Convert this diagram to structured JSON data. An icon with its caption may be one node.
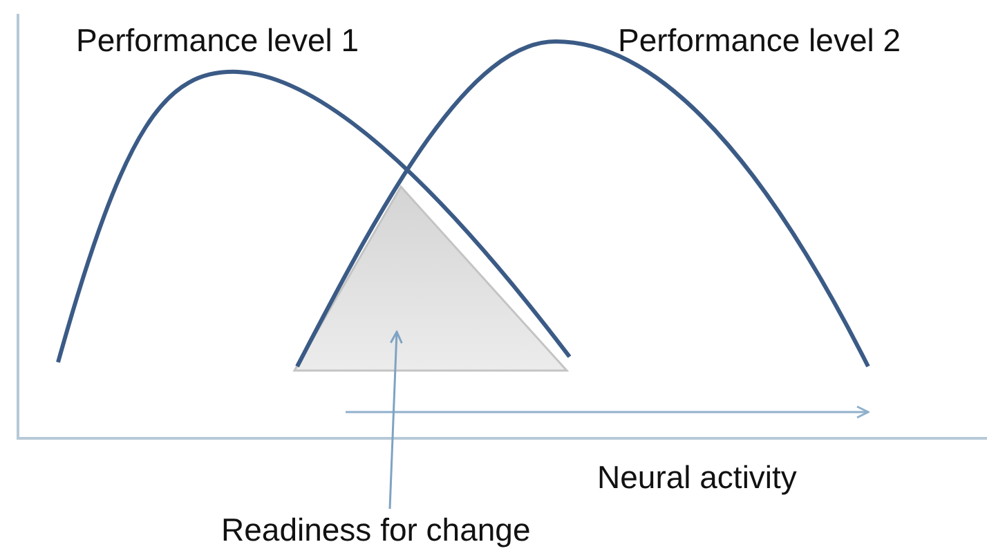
{
  "diagram": {
    "nodes": [
      {
        "text": [
          "Readiness for change"
        ]
      },
      {
        "text": [],
        "shape": "triangle"
      }
    ],
    "edges": [
      {
        "from": 0,
        "to": 1,
        "arrow": "to"
      }
    ],
    "labels": [
      "Performance level 1",
      "Performance level 2",
      "Neural activity"
    ]
  }
}
